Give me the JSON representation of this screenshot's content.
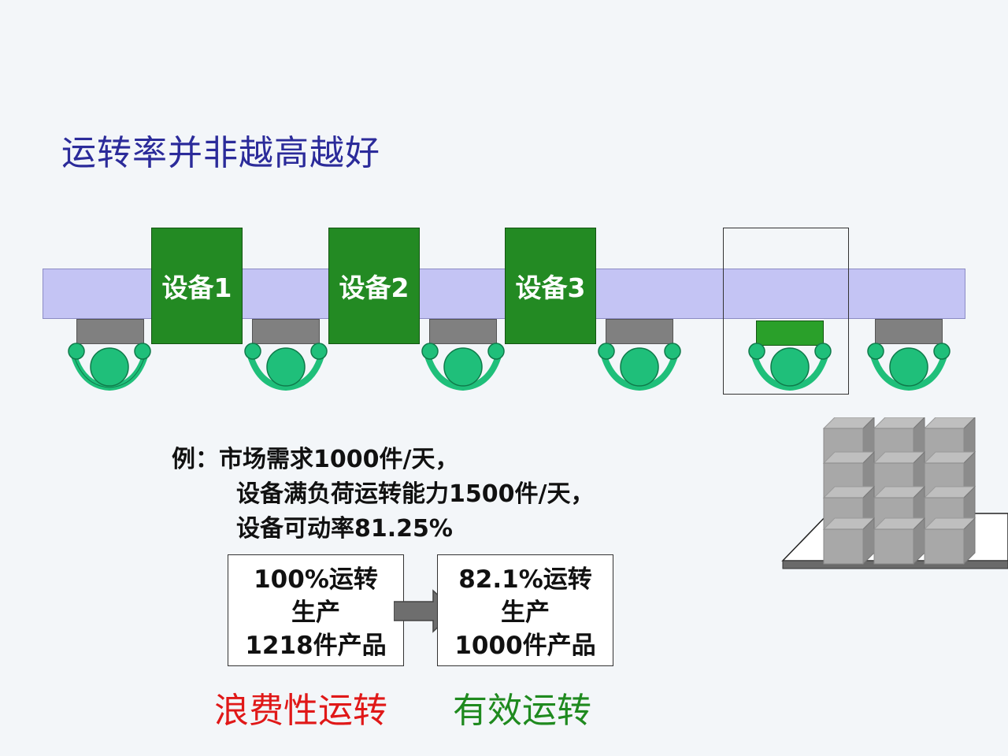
{
  "title": "运转率并非越高越好",
  "machines": [
    {
      "label": "设备1"
    },
    {
      "label": "设备2"
    },
    {
      "label": "设备3"
    }
  ],
  "example": {
    "prefix": "例：",
    "lines": [
      "市场需求1000件/天，",
      "设备满负荷运转能力1500件/天，",
      "设备可动率81.25%"
    ]
  },
  "box_left": {
    "lines": [
      "100%运转",
      "生产",
      "1218件产品"
    ]
  },
  "box_right": {
    "lines": [
      "82.1%运转",
      "生产",
      "1000件产品"
    ]
  },
  "label_waste": "浪费性运转",
  "label_effective": "有效运转",
  "colors": {
    "title": "#2b2b9a",
    "machine": "#238a23",
    "belt": "#c4c4f4",
    "worker": "#1fbf7a",
    "waste": "#e01818",
    "effective": "#1f8a1f"
  }
}
